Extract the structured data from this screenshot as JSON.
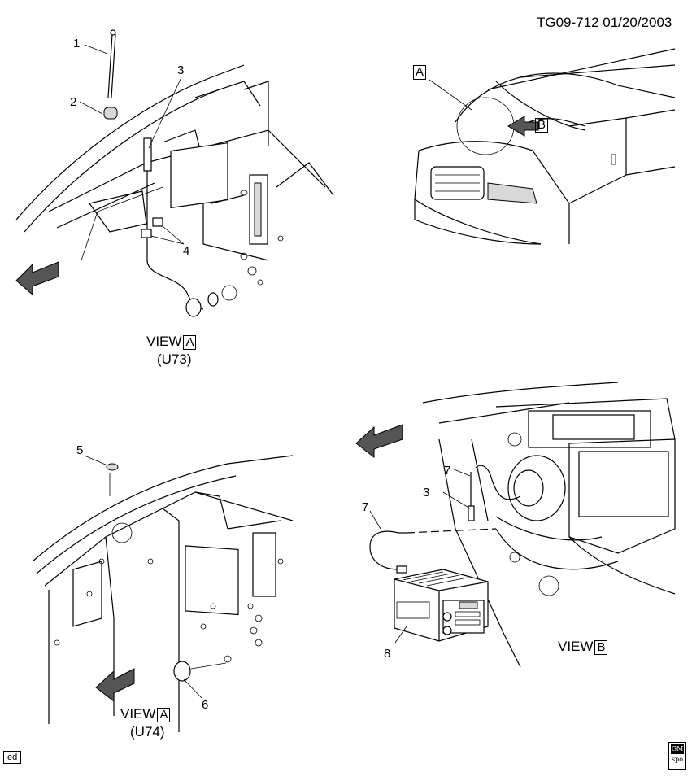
{
  "header": {
    "code": "TG09-712  01/20/2003"
  },
  "callouts": {
    "c1": "1",
    "c2": "2",
    "c3a": "3",
    "c4": "4",
    "c5": "5",
    "c6": "6",
    "c7a": "7",
    "c7b": "7",
    "c3b": "3",
    "c8": "8"
  },
  "views": {
    "top_left": {
      "view": "VIEW",
      "letter": "A",
      "sub": "(U73)"
    },
    "bottom_left": {
      "view": "VIEW",
      "letter": "A",
      "sub": "(U74)"
    },
    "bottom_right": {
      "view": "VIEW",
      "letter": "B"
    }
  },
  "van_tags": {
    "a": "A",
    "b": "B"
  },
  "footer": {
    "left_tag": "ed",
    "right_logo_line1": "GM",
    "right_logo_line2": "spo"
  }
}
